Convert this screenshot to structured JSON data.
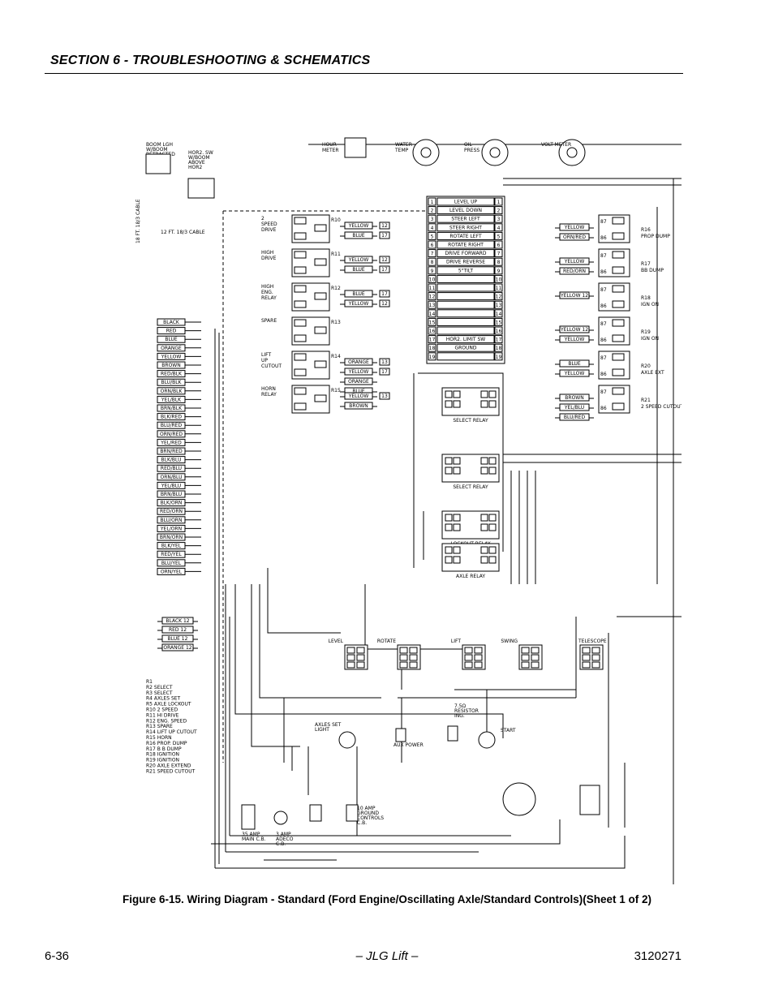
{
  "header": {
    "section_title": "SECTION 6 - TROUBLESHOOTING & SCHEMATICS"
  },
  "figure": {
    "caption": "Figure 6-15.  Wiring Diagram - Standard (Ford Engine/Oscillating Axle/Standard Controls)(Sheet 1 of 2)"
  },
  "footer": {
    "page_number": "6-36",
    "center_text": "– JLG Lift –",
    "doc_number": "3120271"
  },
  "diagram": {
    "gauges": [
      "HOUR METER",
      "WATER TEMP",
      "OIL PRESS",
      "VOLT-METER"
    ],
    "terminal_strip": [
      "LEVEL UP",
      "LEVEL DOWN",
      "STEER LEFT",
      "STEER RIGHT",
      "ROTATE LEFT",
      "ROTATE RIGHT",
      "DRIVE FORWARD",
      "DRIVE REVERSE",
      "5\"TILT",
      "",
      "",
      "",
      "",
      "",
      "",
      "",
      "HOR2. LIMIT SW",
      "GROUND",
      ""
    ],
    "left_relays": [
      {
        "id": "R10",
        "label": "2 SPEED DRIVE",
        "wires": [
          "YELLOW",
          "BLUE"
        ],
        "terminals": [
          "12",
          "17"
        ]
      },
      {
        "id": "R11",
        "label": "HIGH DRIVE",
        "wires": [
          "YELLOW",
          "BLUE"
        ],
        "terminals": [
          "12",
          "17"
        ]
      },
      {
        "id": "R12",
        "label": "HIGH ENG. RELAY",
        "wires": [
          "BLUE",
          "YELLOW"
        ],
        "terminals": [
          "17",
          "12"
        ]
      },
      {
        "id": "R13",
        "label": "SPARE",
        "wires": [],
        "terminals": []
      },
      {
        "id": "R14",
        "label": "LIFT UP CUTOUT",
        "wires": [
          "ORANGE",
          "YELLOW",
          "ORANGE",
          "BLUE"
        ],
        "terminals": [
          "13",
          "17"
        ]
      },
      {
        "id": "R15",
        "label": "HORN RELAY",
        "wires": [
          "YELLOW",
          "BROWN"
        ],
        "terminals": [
          "13"
        ]
      }
    ],
    "right_relays": [
      {
        "id": "R16",
        "label": "PROP DUMP",
        "wires": [
          "YELLOW",
          "ORN/RED"
        ]
      },
      {
        "id": "R17",
        "label": "BB DUMP",
        "wires": [
          "YELLOW",
          "RED/ORN"
        ]
      },
      {
        "id": "R18",
        "label": "IGN ON",
        "wires": [
          "YELLOW 12"
        ]
      },
      {
        "id": "R19",
        "label": "IGN ON",
        "wires": [
          "YELLOW 12",
          "YELLOW"
        ]
      },
      {
        "id": "R20",
        "label": "AXLE EXT",
        "wires": [
          "BLUE",
          "YELLOW"
        ]
      },
      {
        "id": "R21",
        "label": "2 SPEED CUTOUT",
        "wires": [
          "BROWN",
          "YEL/BLU",
          "BLU/RED"
        ]
      }
    ],
    "left_wires": [
      "BLACK",
      "RED",
      "BLUE",
      "ORANGE",
      "YELLOW",
      "BROWN",
      "RED/BLK",
      "BLU/BLK",
      "ORN/BLK",
      "YEL/BLK",
      "BRN/BLK",
      "BLK/RED",
      "BLU/RED",
      "ORN/RED",
      "YEL/RED",
      "BRN/RED",
      "BLK/BLU",
      "RED/BLU",
      "ORN/BLU",
      "YEL/BLU",
      "BRN/BLU",
      "BLK/ORN",
      "RED/ORN",
      "BLU/ORN",
      "YEL/ORN",
      "BRN/ORN",
      "BLK/YEL",
      "RED/YEL",
      "BLU/YEL",
      "ORN/YEL"
    ],
    "small_relays": [
      "SELECT RELAY",
      "SELECT RELAY",
      "LOCKOUT RELAY",
      "AXLE RELAY"
    ],
    "switch_labels": [
      "LEVEL",
      "ROTATE",
      "LIFT",
      "SWING",
      "TELESCOPE"
    ],
    "bottom_wires": [
      "BLACK 12",
      "RED 12",
      "BLUE 12",
      "ORANGE 12"
    ],
    "legend": [
      "R1",
      "R2  SELECT",
      "R3  SELECT",
      "R4  AXLES SET",
      "R5  AXLE LOCKOUT",
      "R10  2 SPEED",
      "R11  HI DRIVE",
      "R12  ENG. SPEED",
      "R13  SPARE",
      "R14  LIFT UP CUTOUT",
      "R15  HORN",
      "R16  PROP. DUMP",
      "R17  B B DUMP",
      "R18  IGNITION",
      "R19  IGNITION",
      "R20  AXLE EXTEND",
      "R21  SPEED CUTOUT"
    ],
    "component_labels": [
      "AXLES SET LIGHT",
      "AUX POWER",
      "7.5Ω RESISTOR ING.",
      "START",
      "35 AMP MAIN C.B.",
      "3 AMP ADECO C.B.",
      "10 AMP GROUND CONTROLS C.B.",
      "BOOM LGH W/BOOM RETRACTED",
      "HOR2. SW W/BOOM ABOVE HOR2",
      "12 FT. 18/3 CABLE",
      "18 FT. 18/3 CABLE"
    ]
  }
}
